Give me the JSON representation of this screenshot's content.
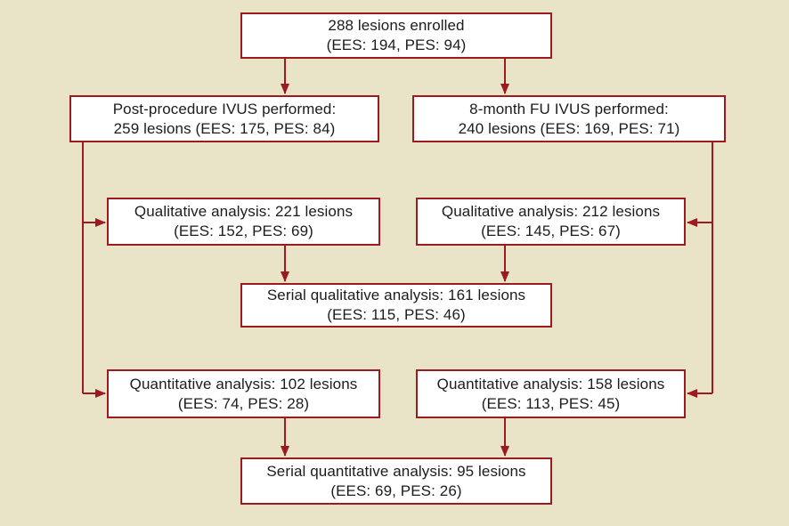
{
  "colors": {
    "background": "#e9e4c8",
    "box_border": "#9b1b1e",
    "box_fill": "#ffffff",
    "arrow": "#9b1b1e",
    "text": "#1c1c1c"
  },
  "diagram": {
    "type": "flowchart",
    "boxes": [
      {
        "id": "enrolled",
        "line1": "288 lesions enrolled",
        "line2": "(EES: 194, PES: 94)"
      },
      {
        "id": "post-ivus",
        "line1": "Post-procedure IVUS performed:",
        "line2": "259 lesions (EES: 175, PES: 84)"
      },
      {
        "id": "fu-ivus",
        "line1": "8-month FU IVUS performed:",
        "line2": "240 lesions (EES: 169, PES: 71)"
      },
      {
        "id": "qual-post",
        "line1": "Qualitative analysis: 221 lesions",
        "line2": "(EES: 152, PES: 69)"
      },
      {
        "id": "qual-fu",
        "line1": "Qualitative analysis: 212 lesions",
        "line2": "(EES: 145, PES: 67)"
      },
      {
        "id": "serial-qual",
        "line1": "Serial qualitative analysis: 161 lesions",
        "line2": "(EES: 115, PES: 46)"
      },
      {
        "id": "quant-post",
        "line1": "Quantitative analysis: 102 lesions",
        "line2": "(EES: 74, PES: 28)"
      },
      {
        "id": "quant-fu",
        "line1": "Quantitative analysis: 158 lesions",
        "line2": "(EES: 113, PES: 45)"
      },
      {
        "id": "serial-quant",
        "line1": "Serial quantitative analysis: 95 lesions",
        "line2": "(EES: 69, PES: 26)"
      }
    ],
    "connections": [
      {
        "from": "enrolled",
        "to": "post-ivus"
      },
      {
        "from": "enrolled",
        "to": "fu-ivus"
      },
      {
        "from": "post-ivus",
        "to": "qual-post"
      },
      {
        "from": "post-ivus",
        "to": "quant-post"
      },
      {
        "from": "fu-ivus",
        "to": "qual-fu"
      },
      {
        "from": "fu-ivus",
        "to": "quant-fu"
      },
      {
        "from": "qual-post",
        "to": "serial-qual"
      },
      {
        "from": "qual-fu",
        "to": "serial-qual"
      },
      {
        "from": "quant-post",
        "to": "serial-quant"
      },
      {
        "from": "quant-fu",
        "to": "serial-quant"
      }
    ]
  }
}
